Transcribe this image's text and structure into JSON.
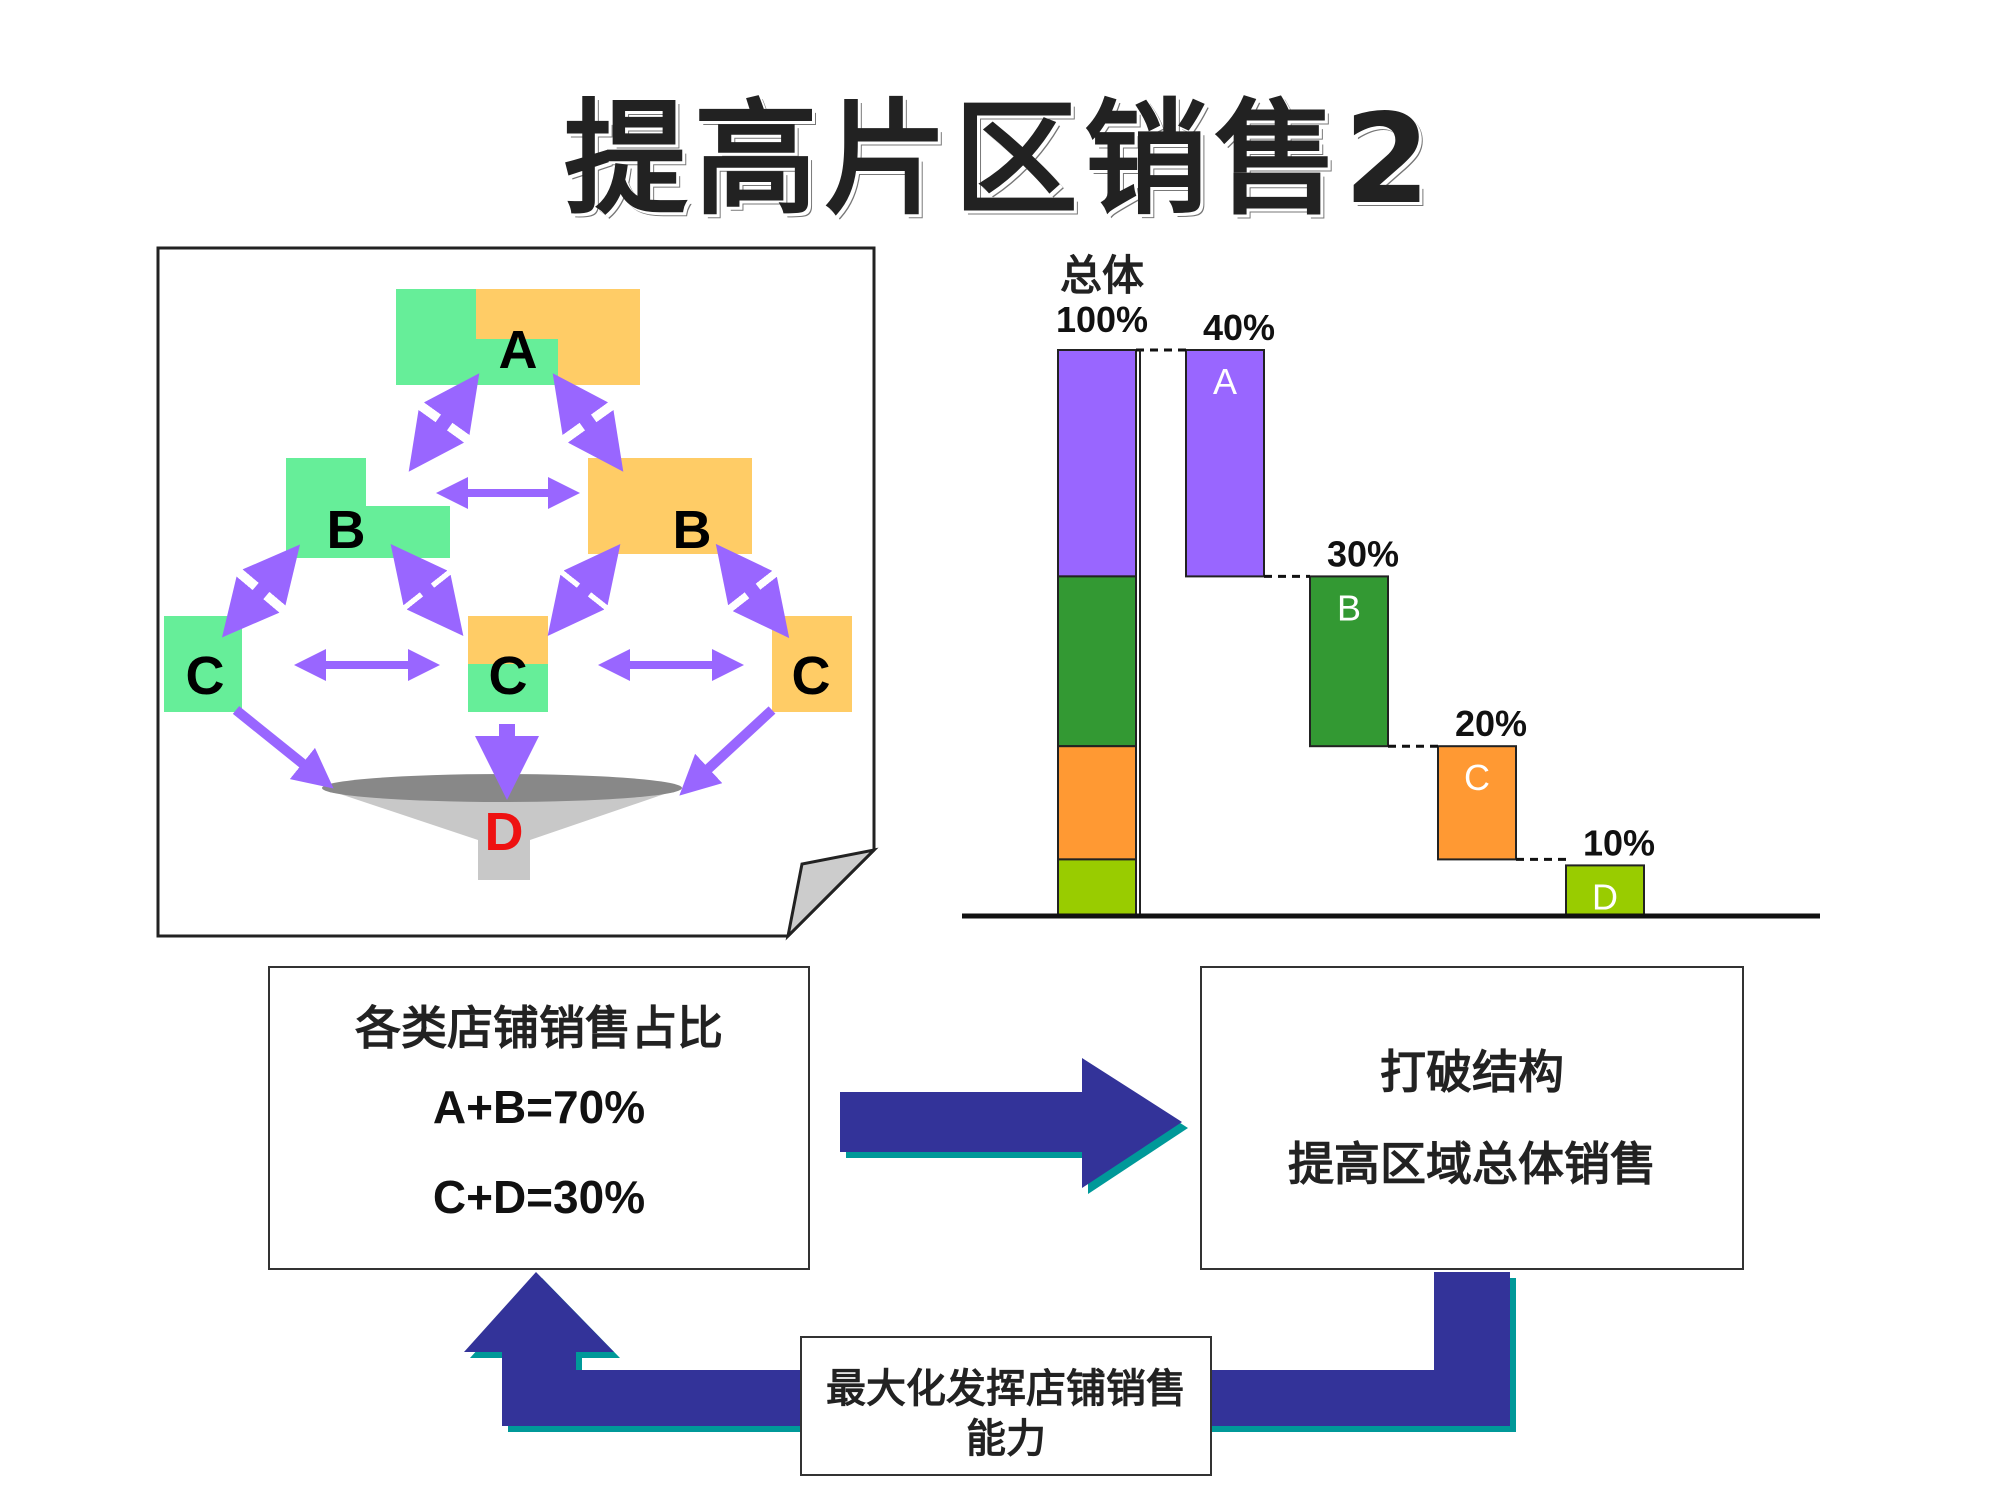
{
  "title": "提高片区销售2",
  "diagram": {
    "node_a": "A",
    "node_b_left": "B",
    "node_b_right": "B",
    "node_c_left": "C",
    "node_c_mid": "C",
    "node_c_right": "C",
    "node_d": "D"
  },
  "chart_data": {
    "type": "bar",
    "total_label_line1": "总体",
    "total_label_line2": "100%",
    "categories": [
      "A",
      "B",
      "C",
      "D"
    ],
    "values": [
      40,
      30,
      20,
      10
    ],
    "value_labels": [
      "40%",
      "30%",
      "20%",
      "10%"
    ],
    "colors": [
      "#9966ff",
      "#339933",
      "#ff9933",
      "#99cc00"
    ],
    "total": 100
  },
  "share_box": {
    "heading": "各类店铺销售占比",
    "line1": "A+B=70%",
    "line2": "C+D=30%"
  },
  "goal_box": {
    "line1": "打破结构",
    "line2": "提高区域总体销售"
  },
  "feedback_box": {
    "line1": "最大化发挥店铺销售",
    "line2": "能力"
  },
  "colors": {
    "green": "#66ee99",
    "orange": "#ffcc66",
    "purple_arrow": "#9966ff",
    "navy_arrow": "#333399",
    "teal_shadow": "#009999",
    "d_red": "#ee1111"
  }
}
